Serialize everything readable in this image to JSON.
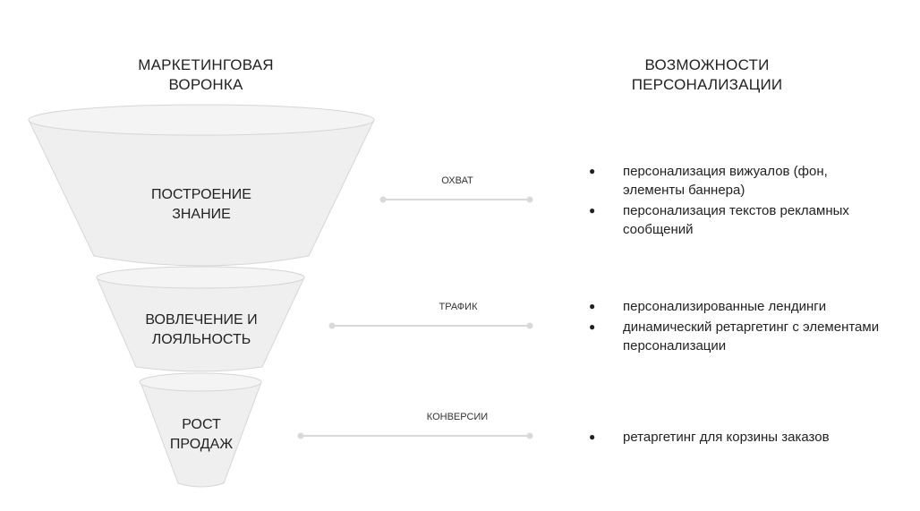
{
  "headings": {
    "left": [
      "МАРКЕТИНГОВАЯ",
      "ВОРОНКА"
    ],
    "right": [
      "ВОЗМОЖНОСТИ",
      "ПЕРСОНАЛИЗАЦИИ"
    ]
  },
  "stages": [
    {
      "label": [
        "ПОСТРОЕНИЕ",
        "ЗНАНИЕ"
      ],
      "connector": "ОХВАТ",
      "items": [
        "персонализация вижуалов (фон, элементы баннера)",
        "персонализация текстов рекламных сообщений"
      ]
    },
    {
      "label": [
        "ВОВЛЕЧЕНИЕ И",
        "ЛОЯЛЬНОСТЬ"
      ],
      "connector": "ТРАФИК",
      "items": [
        "персонализированные лендинги",
        "динамический ретаргетинг с элементами персонализации"
      ]
    },
    {
      "label": [
        "РОСТ",
        "ПРОДАЖ"
      ],
      "connector": "КОНВЕРСИИ",
      "items": [
        "ретаргетинг для корзины заказов"
      ]
    }
  ],
  "colors": {
    "funnel_fill": "#efefef",
    "funnel_top": "#f4f4f4",
    "funnel_stroke": "#d6d6d6",
    "connector": "#d9d9d9"
  }
}
